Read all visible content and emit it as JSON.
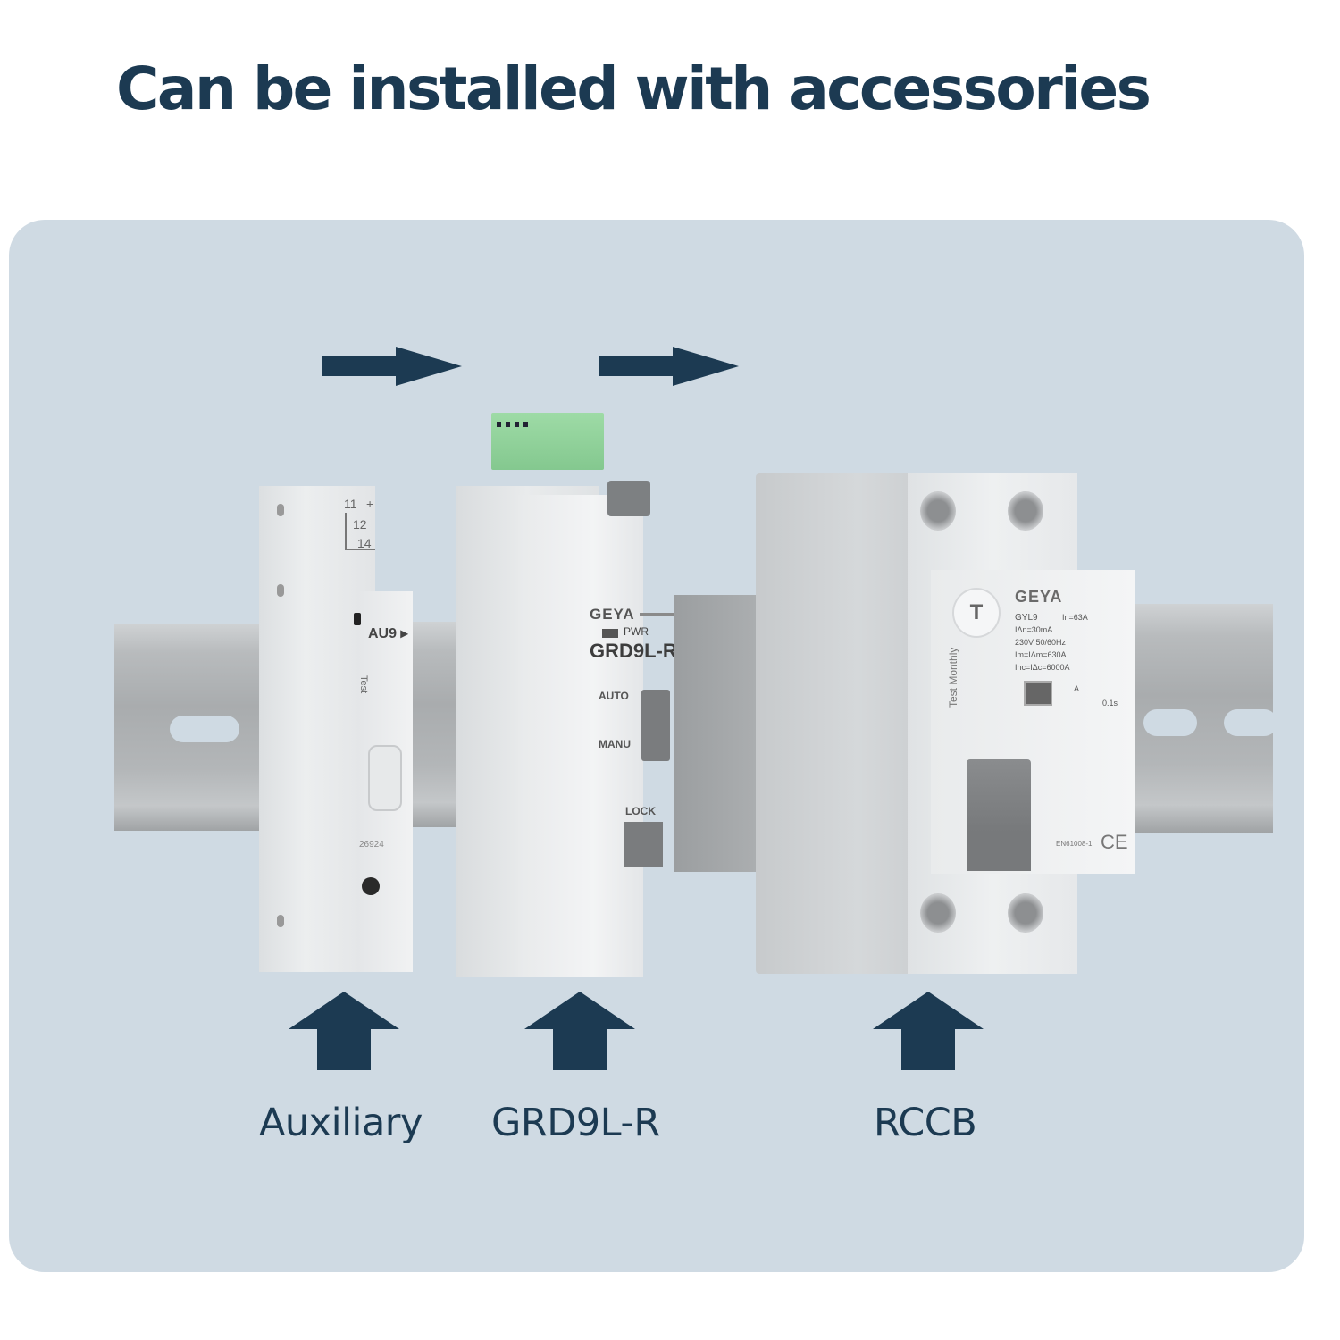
{
  "header": {
    "title": "Can be installed with accessories"
  },
  "colors": {
    "title_text": "#1c3a52",
    "arrow": "#1c3a52",
    "panel_background": "#cfdae3",
    "page_background": "#ffffff",
    "terminal_green": "#8fd19a"
  },
  "icons": {
    "assembly_arrows": [
      "arrow-right-icon",
      "arrow-right-icon"
    ],
    "pointer_arrows": [
      "arrow-up-icon",
      "arrow-up-icon",
      "arrow-up-icon"
    ]
  },
  "components": [
    {
      "label": "Auxiliary",
      "device_text": {
        "model": "AU9",
        "contact_numbers": [
          "11",
          "12",
          "14"
        ],
        "plus_sign": "+",
        "test_label": "Test",
        "part_code": "26924"
      }
    },
    {
      "label": "GRD9L-R",
      "device_text": {
        "brand": "GEYA",
        "indicator": "PWR",
        "model": "GRD9L-R",
        "switch_top": "AUTO",
        "switch_bottom": "MANU",
        "lock_label": "LOCK"
      }
    },
    {
      "label": "RCCB",
      "device_text": {
        "brand": "GEYA",
        "test_button": "T",
        "test_note": "Test Monthly",
        "model": "GYL9",
        "rated_current": "In=63A",
        "residual_current": "IΔn=30mA",
        "voltage": "230V 50/60Hz",
        "making_capacity": "Im=IΔm=630A",
        "short_circuit": "Inc=IΔc=6000A",
        "type": "A",
        "delay": "0.1s",
        "standard": "EN61008-1",
        "mark": "CE"
      }
    }
  ]
}
